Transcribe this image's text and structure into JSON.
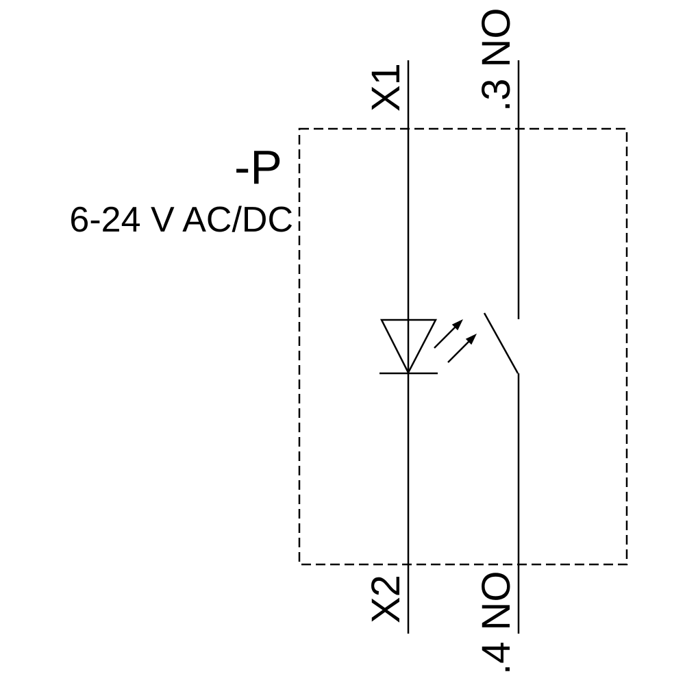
{
  "diagram": {
    "type": "electrical-schematic",
    "description": "Pilot light module schematic: LED lamp branch and normally-open contact branch inside a dashed component boundary",
    "device_label": "-P",
    "voltage_label": "6-24 V AC/DC",
    "terminals": {
      "lamp_top": "X1",
      "lamp_bottom": "X2",
      "contact_top": ".3 NO",
      "contact_bottom": ".4 NO"
    },
    "symbols": {
      "lamp": "led-symbol",
      "lamp_emission": "light-emission-arrows",
      "contact": "normally-open-contact-symbol",
      "enclosure": "dashed-component-boundary"
    },
    "colors": {
      "line": "#000000",
      "background": "#ffffff"
    }
  }
}
